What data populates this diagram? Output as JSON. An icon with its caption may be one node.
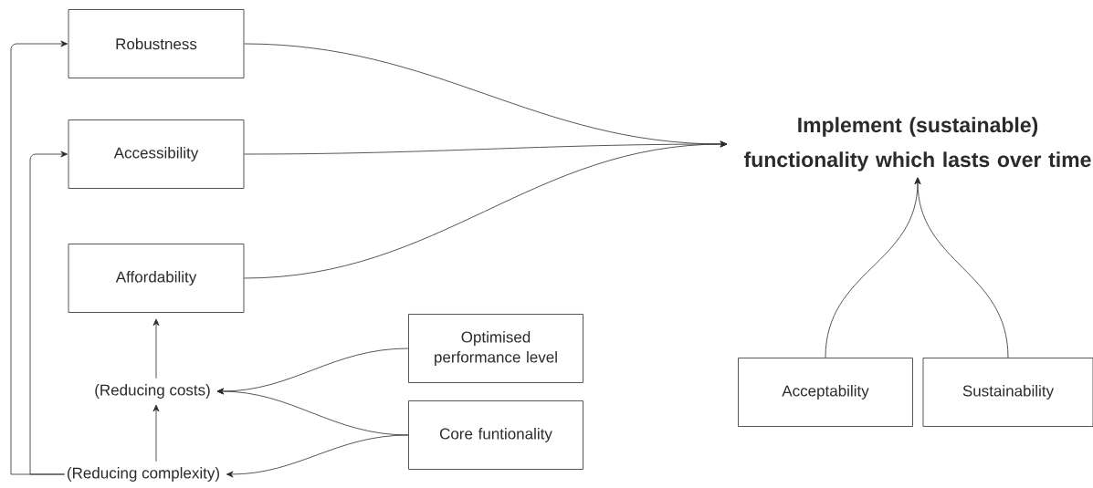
{
  "diagram": {
    "nodes": [
      {
        "text": [
          "Robustness"
        ]
      },
      {
        "text": [
          "Accessibility"
        ]
      },
      {
        "text": [
          "Affordability"
        ]
      },
      {
        "text": [
          "Implement (sustainable) functionality which lasts over time"
        ]
      },
      {
        "text": [
          "Optimised performance level"
        ]
      },
      {
        "text": [
          "(Reducing costs)"
        ]
      },
      {
        "text": [
          "Core funtionality"
        ]
      },
      {
        "text": [
          "(Reducing complexity)"
        ]
      },
      {
        "text": [
          "Acceptability"
        ]
      },
      {
        "text": [
          "Sustainability"
        ]
      }
    ],
    "edges": [
      {
        "from": 0,
        "to": 3,
        "arrow": "to"
      },
      {
        "from": 1,
        "to": 3,
        "arrow": "to"
      },
      {
        "from": 2,
        "to": 3,
        "arrow": "to"
      },
      {
        "from": 4,
        "to": 5,
        "arrow": "to"
      },
      {
        "from": 6,
        "to": 5,
        "arrow": "to"
      },
      {
        "from": 6,
        "to": 7,
        "arrow": "to"
      },
      {
        "from": 5,
        "to": 2,
        "arrow": "to"
      },
      {
        "from": 7,
        "to": 5,
        "arrow": "to"
      },
      {
        "from": 7,
        "to": 0,
        "arrow": "to"
      },
      {
        "from": 7,
        "to": 1,
        "arrow": "to"
      },
      {
        "from": 8,
        "to": 3,
        "arrow": "to"
      },
      {
        "from": 9,
        "to": 3,
        "arrow": "to"
      }
    ]
  }
}
